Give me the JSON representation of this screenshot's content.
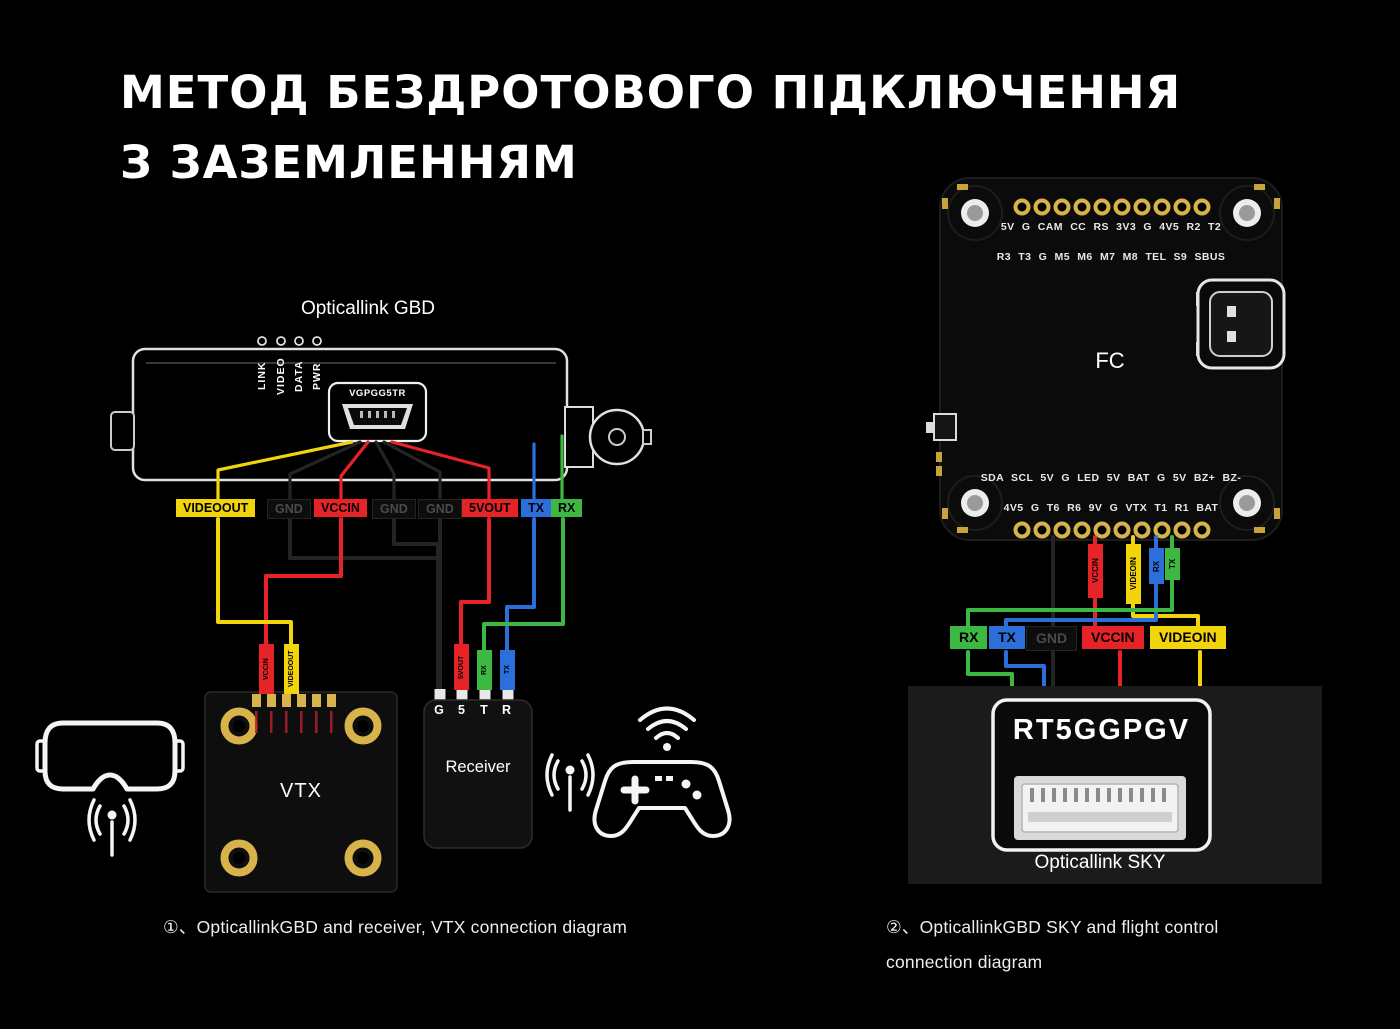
{
  "title": {
    "line1": "МЕТОД БЕЗДРОТОВОГО ПІДКЛЮЧЕННЯ",
    "line2": "З ЗАЗЕМЛЕННЯМ"
  },
  "left_diagram": {
    "device_label": "Opticallink GBD",
    "indicator_labels": [
      "LINK",
      "VIDEO",
      "DATA",
      "PWR"
    ],
    "usb_connector_label": "VGPGG5TR",
    "pin_chips": [
      "VIDEOOUT",
      "GND",
      "VCCIN",
      "GND",
      "GND",
      "5VOUT",
      "TX",
      "RX"
    ],
    "vtx_label": "VTX",
    "vtx_wire_tags": [
      "VCCIN",
      "VIDEOOUT"
    ],
    "receiver_label": "Receiver",
    "receiver_pins": [
      "G",
      "5",
      "T",
      "R"
    ],
    "receiver_wire_tags": [
      "5VOUT",
      "RX",
      "TX"
    ],
    "caption": "①、OpticallinkGBD and receiver, VTX connection diagram"
  },
  "right_diagram": {
    "fc_label": "FC",
    "fc_top_row1": "5V G CAM CC RS 3V3 G 4V5 R2 T2",
    "fc_top_row2": "R3 T3 G M5 M6 M7 M8 TEL S9 SBUS",
    "fc_bottom_row1": "SDA SCL 5V G LED 5V BAT G 5V BZ+ BZ-",
    "fc_bottom_row2": "4V5 G T6 R6 9V G VTX T1 R1 BAT",
    "fc_wire_tags": [
      "VCCIN",
      "VIDEOIN",
      "RX",
      "TX"
    ],
    "wire_chips": [
      "RX",
      "TX",
      "GND",
      "VCCIN",
      "VIDEOIN"
    ],
    "module_title": "RT5GGPGV",
    "module_label": "Opticallink SKY",
    "caption_line1": "②、OpticallinkGBD SKY and flight control",
    "caption_line2": "connection diagram"
  },
  "colors": {
    "background": "#000000",
    "wire_yellow": "#f2d40b",
    "wire_red": "#e62428",
    "wire_blue": "#2c6fdb",
    "wire_green": "#3db843",
    "wire_ground": "#242424",
    "pcb_gold": "#d8b24a"
  }
}
